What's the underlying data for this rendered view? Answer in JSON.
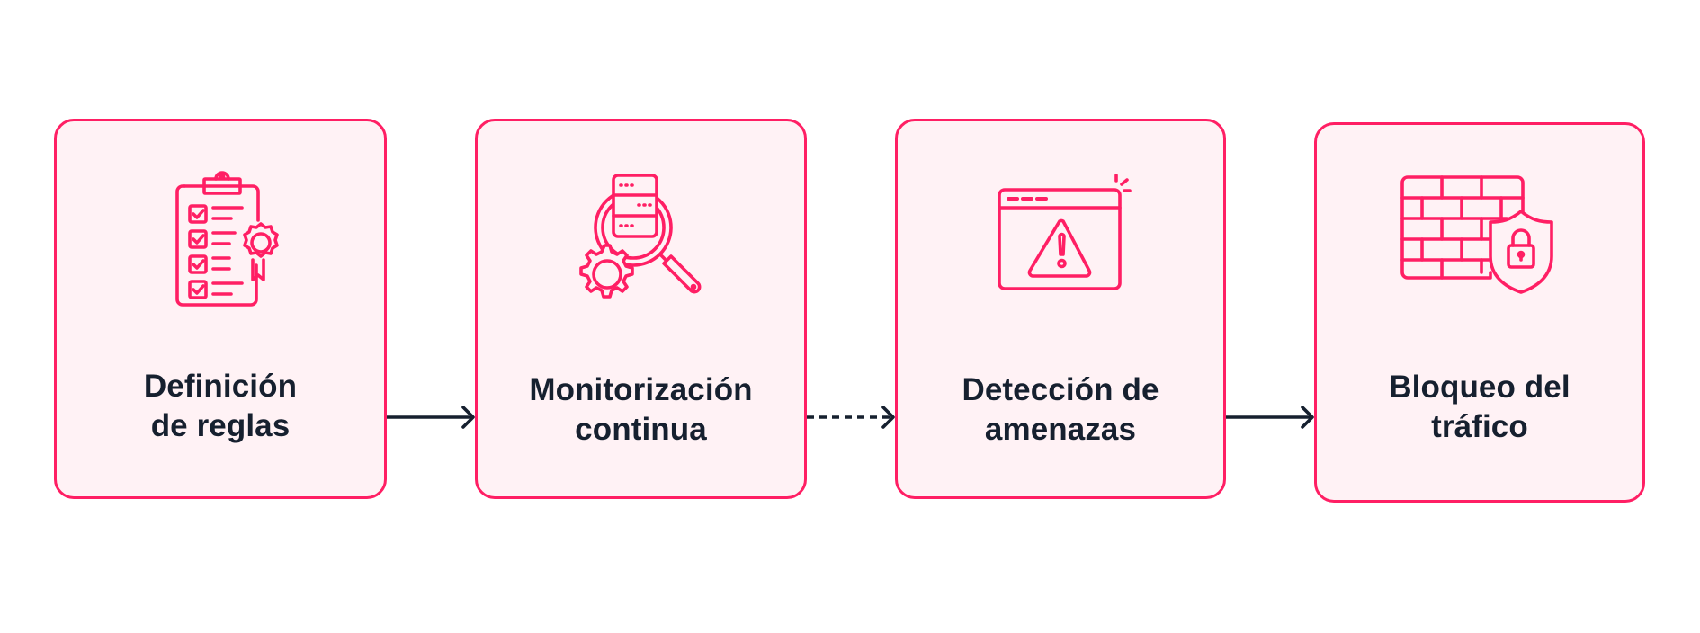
{
  "colors": {
    "accent": "#FF1F64",
    "card_fill": "#FFF2F5",
    "text": "#16202F",
    "arrow": "#16202F",
    "background": "#FFFFFF"
  },
  "steps": [
    {
      "icon": "clipboard-checklist-badge-icon",
      "title_lines": [
        "Definición",
        "de reglas"
      ]
    },
    {
      "icon": "server-magnifier-gear-icon",
      "title_lines": [
        "Monitorización",
        "continua"
      ]
    },
    {
      "icon": "browser-warning-icon",
      "title_lines": [
        "Detección de",
        "amenazas"
      ]
    },
    {
      "icon": "firewall-shield-lock-icon",
      "title_lines": [
        "Bloqueo del",
        "tráfico"
      ]
    }
  ],
  "connectors": [
    {
      "from": 0,
      "to": 1,
      "style": "solid"
    },
    {
      "from": 1,
      "to": 2,
      "style": "dashed"
    },
    {
      "from": 2,
      "to": 3,
      "style": "solid"
    }
  ]
}
